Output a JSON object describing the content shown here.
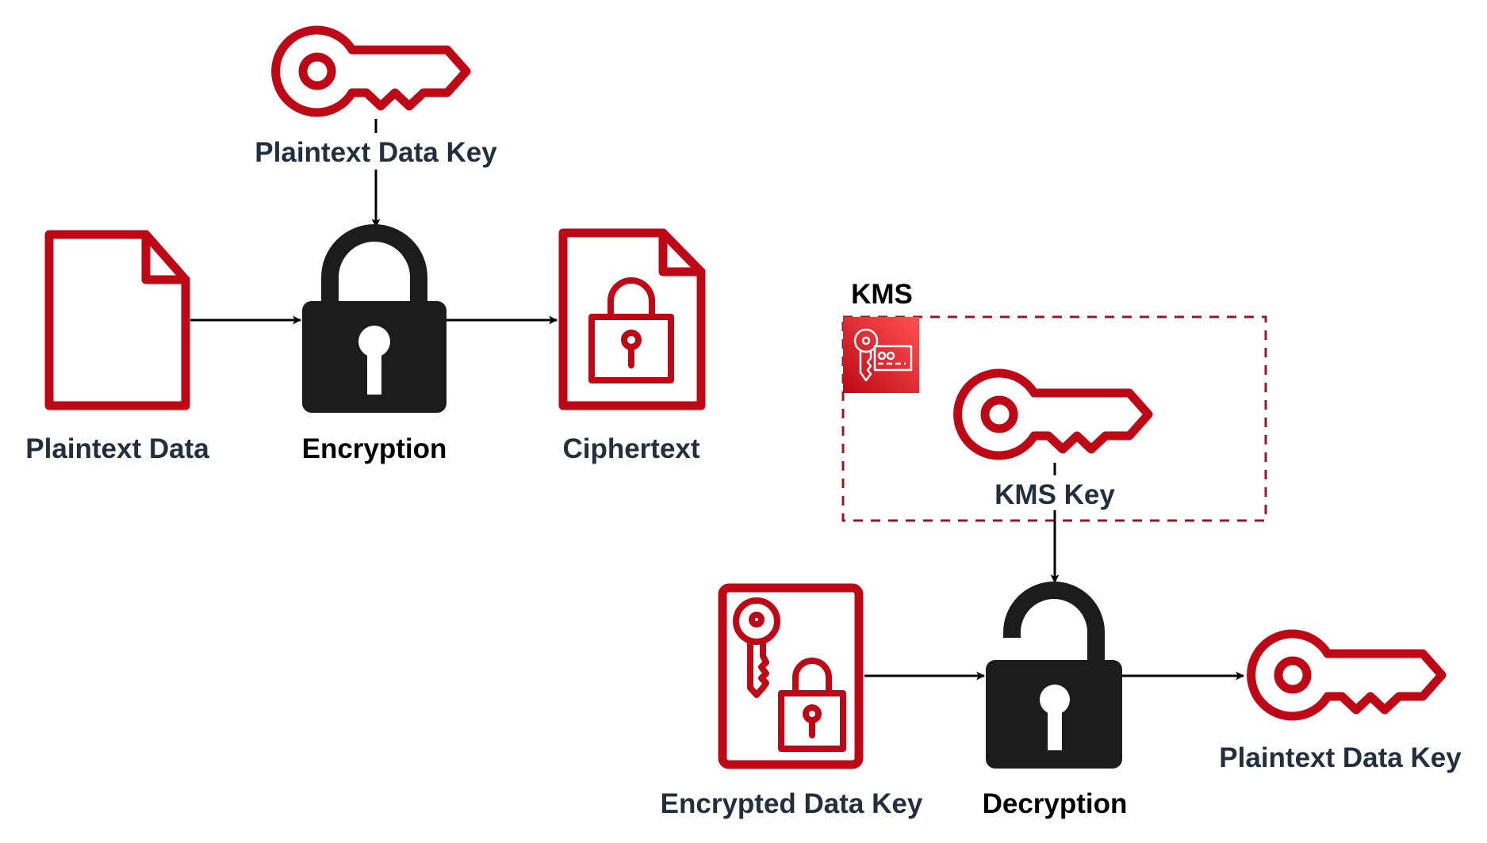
{
  "diagram": {
    "title": "Envelope encryption with KMS",
    "colors": {
      "accent_red": "#bf0816",
      "kms_box_red": "#941a22",
      "kms_icon_red": "#d81f2a",
      "label_navy": "#232f3e",
      "lock_black": "#1c1c1c"
    },
    "encryption_flow": {
      "data_key": {
        "label": "Plaintext Data Key",
        "icon": "key-icon"
      },
      "input": {
        "label": "Plaintext Data",
        "icon": "document-icon"
      },
      "operation": {
        "label": "Encryption",
        "icon": "lock-closed-icon"
      },
      "output": {
        "label": "Ciphertext",
        "icon": "locked-document-icon"
      }
    },
    "kms": {
      "label": "KMS",
      "service_icon": "aws-kms-icon",
      "key": {
        "label": "KMS Key",
        "icon": "key-icon"
      }
    },
    "decryption_flow": {
      "input": {
        "label": "Encrypted Data Key",
        "icon": "encrypted-key-document-icon"
      },
      "operation": {
        "label": "Decryption",
        "icon": "lock-open-icon"
      },
      "output": {
        "label": "Plaintext Data Key",
        "icon": "key-icon"
      }
    },
    "connections": [
      {
        "from": "Plaintext Data Key",
        "to": "Encryption"
      },
      {
        "from": "Plaintext Data",
        "to": "Encryption"
      },
      {
        "from": "Encryption",
        "to": "Ciphertext"
      },
      {
        "from": "KMS Key",
        "to": "Decryption"
      },
      {
        "from": "Encrypted Data Key",
        "to": "Decryption"
      },
      {
        "from": "Decryption",
        "to": "Plaintext Data Key"
      }
    ]
  }
}
